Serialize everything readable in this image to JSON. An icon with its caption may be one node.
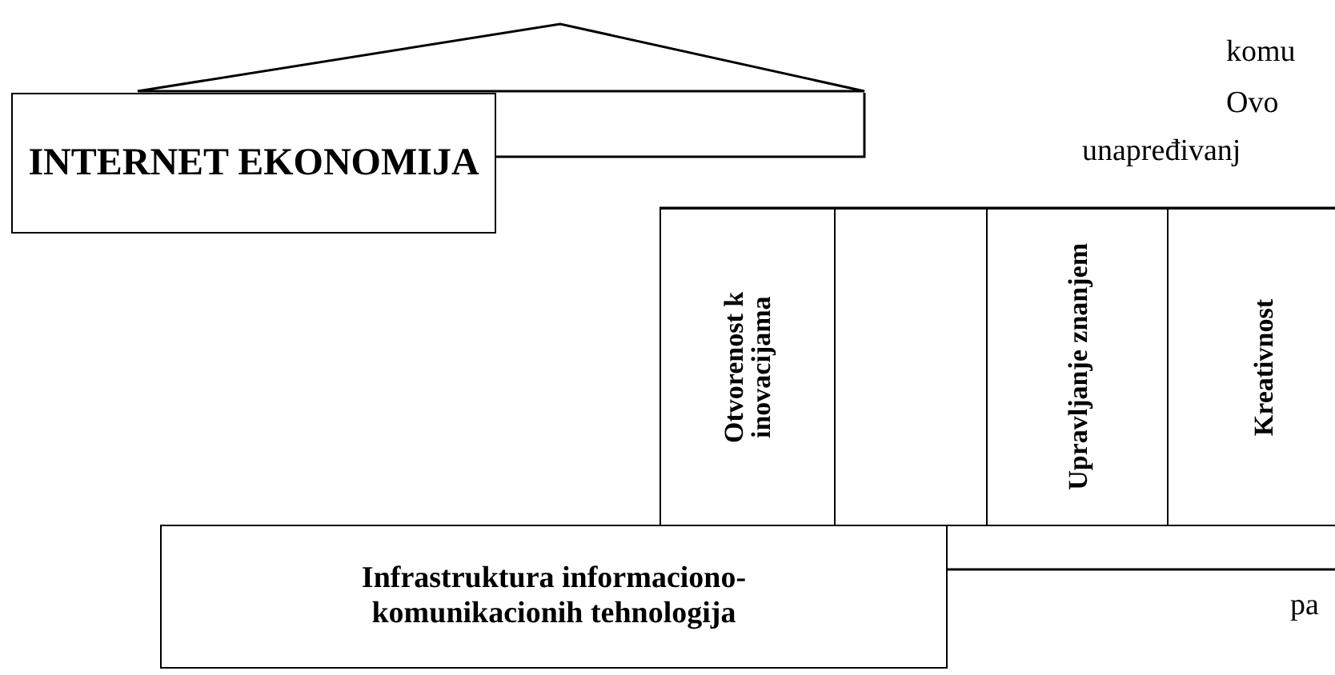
{
  "diagram": {
    "nodes": [
      {
        "text": [],
        "shape": "triangle"
      },
      {
        "text": [
          "INTERNET EKONOMIJA"
        ]
      },
      {
        "text": [
          "Otvorenost k inovacijama"
        ]
      },
      {
        "text": [],
        "shape": "box"
      },
      {
        "text": [
          "Upravljanje znanjem"
        ]
      },
      {
        "text": [
          "Kreativnost"
        ]
      },
      {
        "text": [
          "Infrastruktura informaciono-komunikacionih tehnologija"
        ]
      }
    ],
    "edges": [],
    "labels": [
      "komu",
      "Ovo",
      "unapređivanj",
      "pa"
    ]
  }
}
